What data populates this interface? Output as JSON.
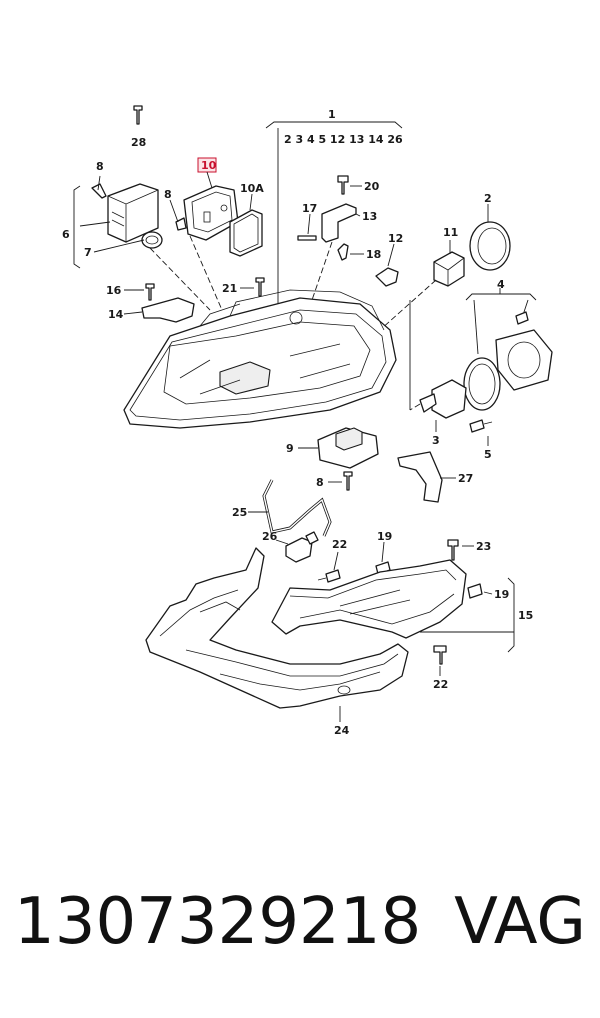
{
  "labels": {
    "l1": "1",
    "l1_sub": "2 3 4 5 12 13 14 26",
    "l2": "2",
    "l3": "3",
    "l4": "4",
    "l5": "5",
    "l6": "6",
    "l7": "7",
    "l8a": "8",
    "l8b": "8",
    "l8c": "8",
    "l9": "9",
    "l10": "10",
    "l10a": "10A",
    "l11": "11",
    "l12": "12",
    "l13": "13",
    "l14": "14",
    "l15": "15",
    "l16": "16",
    "l17": "17",
    "l18": "18",
    "l19a": "19",
    "l19b": "19",
    "l20": "20",
    "l21": "21",
    "l22a": "22",
    "l22b": "22",
    "l23": "23",
    "l24": "24",
    "l25": "25",
    "l26": "26",
    "l27": "27",
    "l28": "28"
  },
  "footer": {
    "part_number": "1307329218",
    "brand": "VAG"
  },
  "colors": {
    "highlight": "#c8102e",
    "line": "#1a1a1a"
  }
}
